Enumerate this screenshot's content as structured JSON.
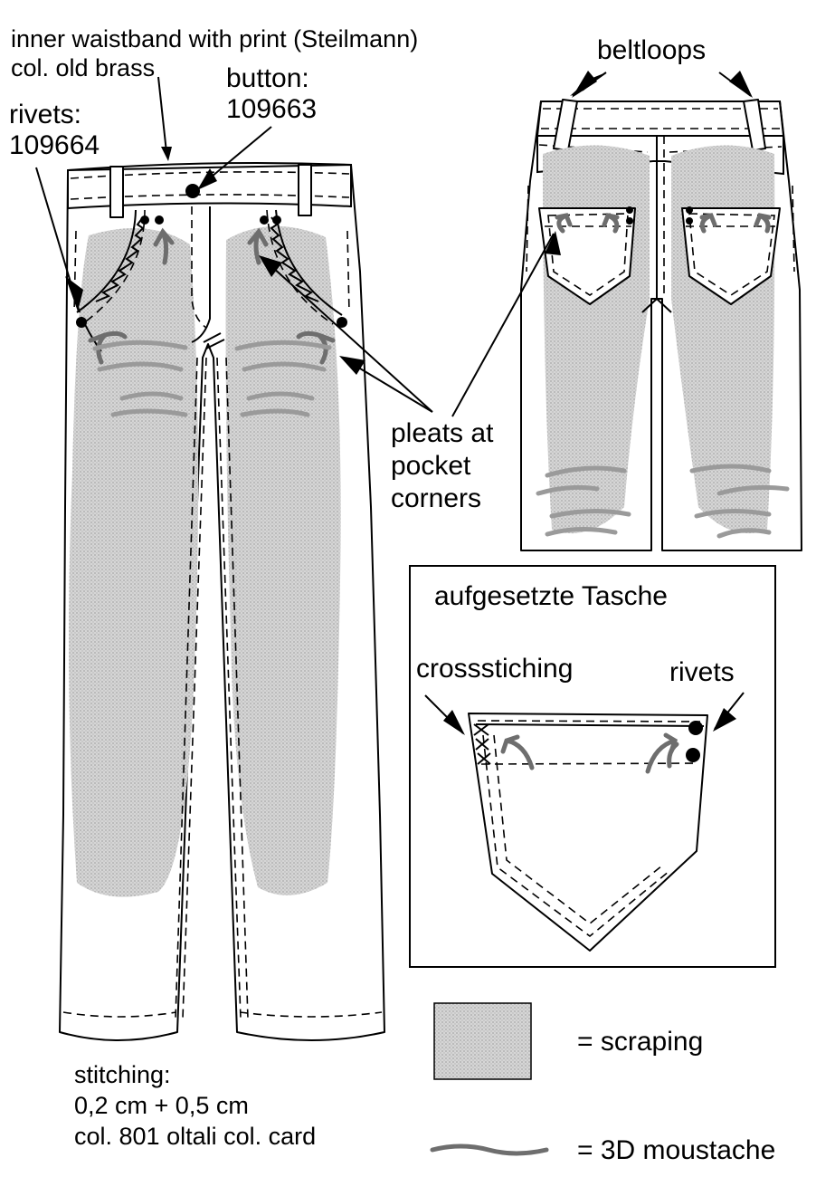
{
  "labels": {
    "inner_waistband_line1": "inner waistband with print (Steilmann)",
    "inner_waistband_line2": "col. old brass",
    "button_line1": "button:",
    "button_line2": "109663",
    "rivets_line1": "rivets:",
    "rivets_line2": "109664",
    "beltloops": "beltloops",
    "pleats_line1": "pleats at",
    "pleats_line2": "pocket",
    "pleats_line3": "corners",
    "pocket_box_title": "aufgesetzte Tasche",
    "crossstiching": "crossstiching",
    "pocket_rivets": "rivets",
    "stitching_line1": "stitching:",
    "stitching_line2": "0,2 cm + 0,5 cm",
    "stitching_line3": "col. 801 oltali col. card"
  },
  "legend": {
    "scraping": "= scraping",
    "moustache": "= 3D moustache"
  },
  "colors": {
    "scraping": "#c8c8c8",
    "moustache": "#9a9a9a",
    "moustache_dark": "#6e6e6e"
  }
}
